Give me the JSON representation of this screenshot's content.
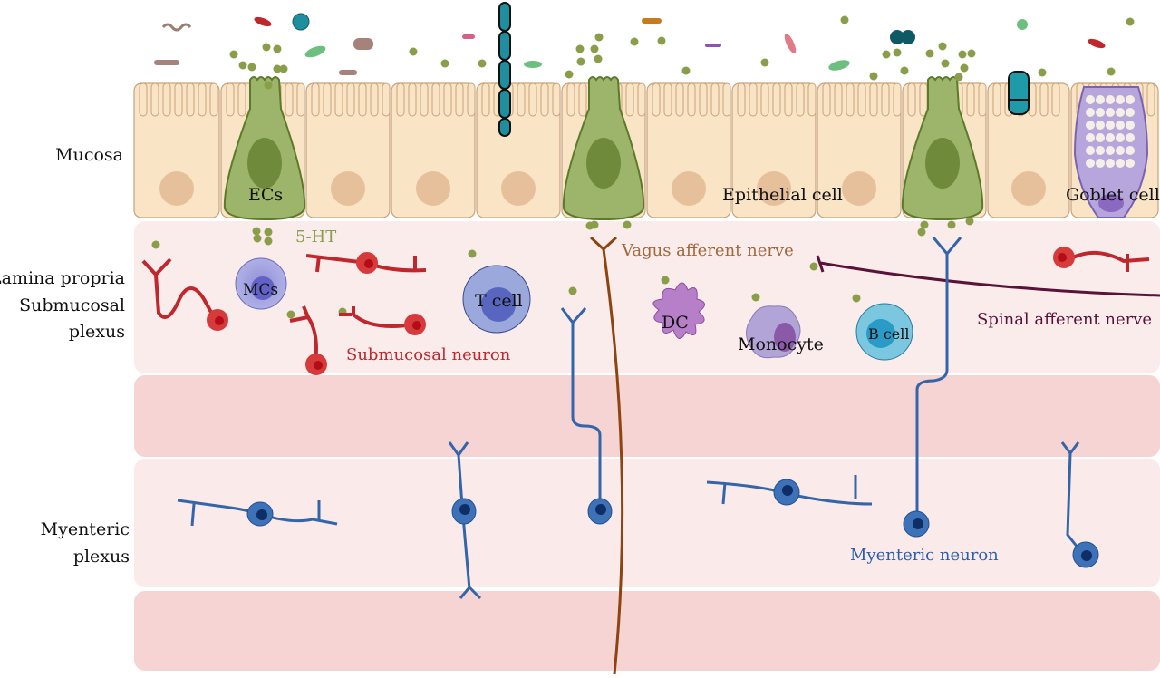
{
  "title": "Gut wall layers with enterochromaffin cells, immune cells and neurons",
  "layers": {
    "mucosa": "Mucosa",
    "lamina_propria": "Lamina propria",
    "submucosal_line1": "Submucosal",
    "submucosal_line2": "plexus",
    "myenteric_line1": "Myenteric",
    "myenteric_line2": "plexus"
  },
  "cells": {
    "ecs": "ECs",
    "epithelial": "Epithelial cell",
    "goblet": "Goblet cell",
    "mcs": "MCs",
    "t_cell": "T cell",
    "dc": "DC",
    "monocyte": "Monocyte",
    "b_cell": "B cell"
  },
  "molecules": {
    "serotonin": "5-HT"
  },
  "nerves": {
    "vagus": "Vagus afferent  nerve",
    "spinal": "Spinal afferent nerve",
    "submucosal_neuron": "Submucosal neuron",
    "myenteric_neuron": "Myenteric neuron"
  },
  "colors": {
    "epithelium": "#f9e4c5",
    "ec_cell": "#9cb56a",
    "serotonin_dot": "#8a9e4a",
    "submucosal_neuron": "#c0272d",
    "myenteric_neuron": "#3465a8",
    "vagus_nerve": "#8b4513",
    "spinal_nerve": "#5a1238",
    "lamina_bg": "#fbecec",
    "muscle_bg": "#f6d4d4"
  }
}
